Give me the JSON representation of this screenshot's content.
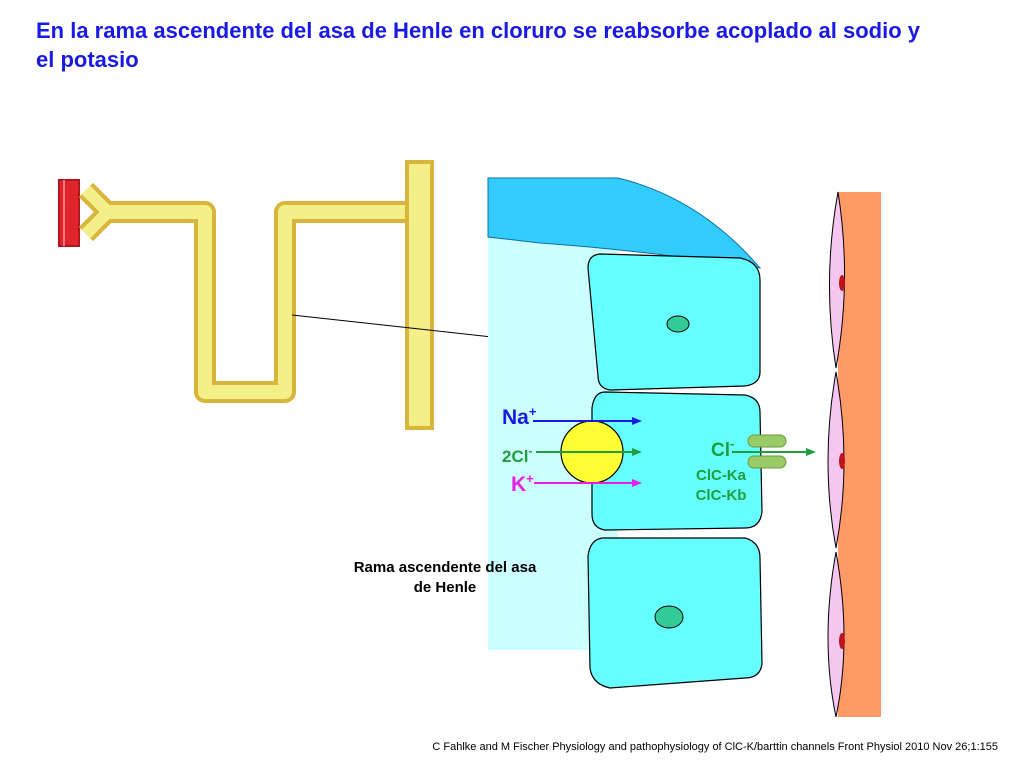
{
  "title": "En la rama ascendente del asa de Henle en cloruro se reabsorbe acoplado al sodio y el potasio",
  "labels": {
    "na": "Na",
    "na_sup": "+",
    "cl2": "2Cl",
    "cl2_sup": "-",
    "k": "K",
    "k_sup": "+",
    "cl": "Cl",
    "cl_sup": "-",
    "clc_ka": "ClC-Ka",
    "clc_kb": "ClC-Kb",
    "segment_line1": "Rama ascendente del asa",
    "segment_line2": "de Henle"
  },
  "citation": "C Fahlke and M Fischer Physiology and pathophysiology of ClC-K/barttin channels Front Physiol 2010 Nov 26;1:155",
  "colors": {
    "title": "#1a1ae6",
    "na": "#1a1ae6",
    "cl": "#1e9e3c",
    "k": "#e61ee6",
    "tubule": "#f5ef8a",
    "tubule_border": "#d8b63c",
    "glomerulus": "#e0242c",
    "cell": "#66ffff",
    "lumen": "#ccffff",
    "apical": "#33ccff",
    "interstitium": "#ff9966",
    "endothelium": "#f5c6f0",
    "nucleus": "#33cc99",
    "cotransporter": "#ffff33",
    "channel": "#99cc66"
  }
}
